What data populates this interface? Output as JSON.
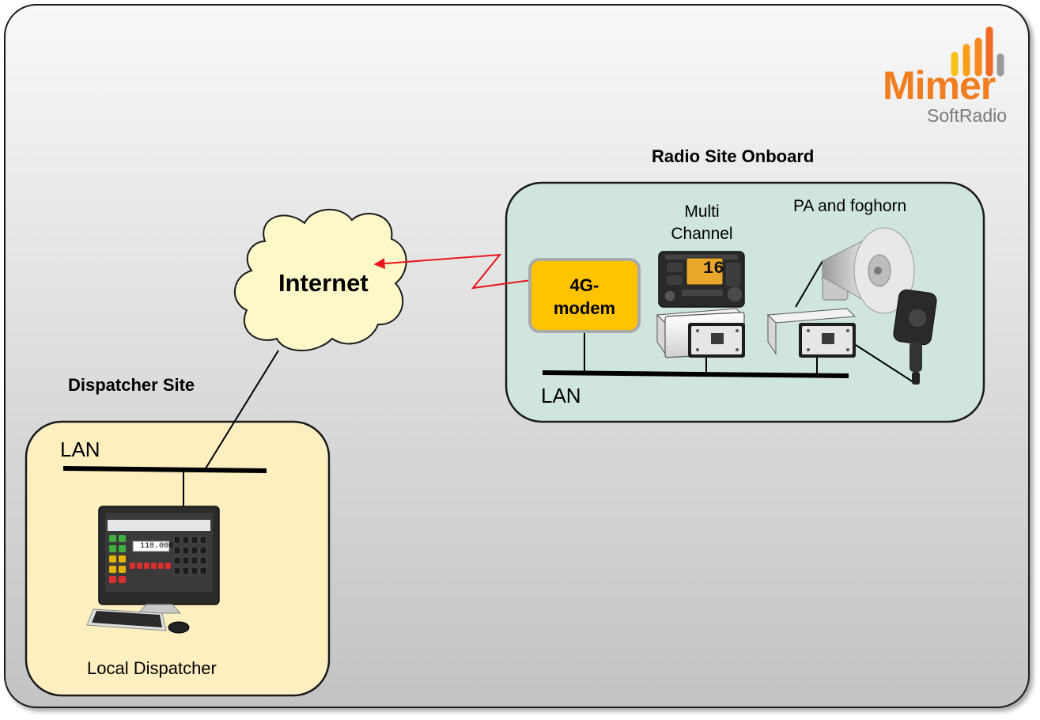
{
  "logo": {
    "brand": "Mimer",
    "sub": "SoftRadio",
    "brand_color": "#f07d1f",
    "sub_color": "#7a7a7a",
    "bar_colors": [
      "#f7c21b",
      "#f9a01b",
      "#f7891f",
      "#f06a22",
      "#9a9a9a"
    ]
  },
  "radio_site": {
    "title": "Radio Site Onboard",
    "multi_channel_label": "Multi\nChannel",
    "pa_label": "PA and foghorn",
    "modem_label": "4G-\nmodem",
    "lan_label": "LAN",
    "radio_display": "16",
    "box_color": "#cfe5dd"
  },
  "internet": {
    "label": "Internet",
    "cloud_color": "#fdf8c8"
  },
  "dispatcher_site": {
    "title": "Dispatcher Site",
    "lan_label": "LAN",
    "computer_label": "Local Dispatcher",
    "screen_freq": "118.000",
    "box_color": "#fdefc0"
  },
  "colors": {
    "background_top": "#f7f7f7",
    "background_bottom": "#c4c4c4",
    "wireless_link": "#e8141b",
    "modem_fill": "#ffc300"
  }
}
